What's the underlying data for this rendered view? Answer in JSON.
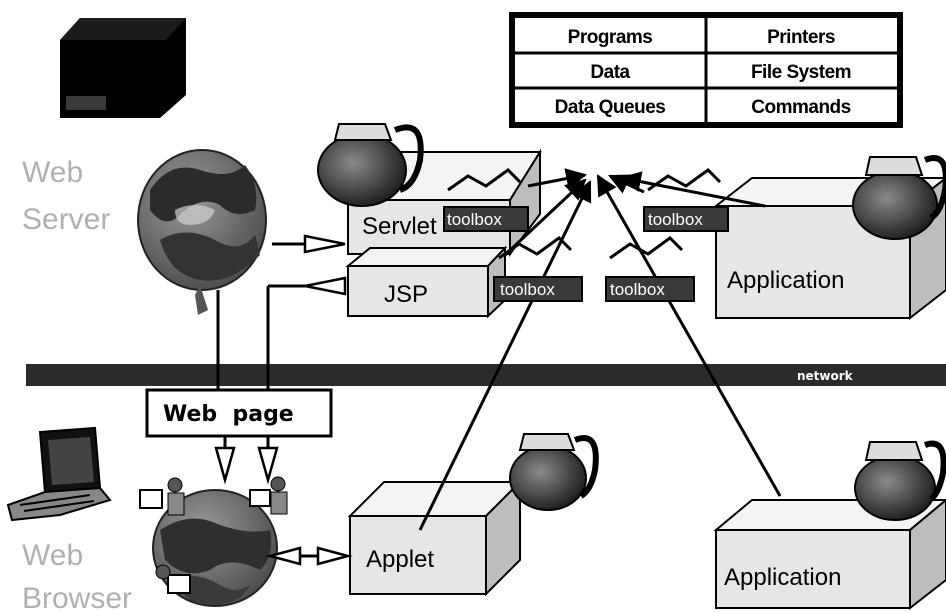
{
  "labels": {
    "web_server": [
      "Web",
      "Server"
    ],
    "web_browser": [
      "Web",
      "Browser"
    ],
    "network": "network",
    "web_page": "Web  page",
    "servlet": "Servlet",
    "jsp": "JSP",
    "applet": "Applet",
    "application_top": "Application",
    "application_bottom": "Application",
    "toolbox": "toolbox"
  },
  "resources_table": {
    "rows": [
      [
        "Programs",
        "Printers"
      ],
      [
        "Data",
        "File System"
      ],
      [
        "Data Queues",
        "Commands"
      ]
    ]
  },
  "colors": {
    "network_bar": "#2b2b2b",
    "side_label": "#b0b0b0",
    "toolbox_fill": "#3a3a3a",
    "box_face": "#e6e6e6",
    "box_top": "#f4f4f4",
    "box_side": "#bdbdbd"
  }
}
